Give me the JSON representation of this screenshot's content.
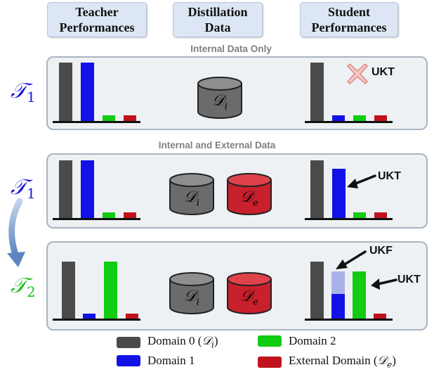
{
  "headers": {
    "teacher": "Teacher\nPerformances",
    "data": "Distillation\nData",
    "student": "Student\nPerformances"
  },
  "sections": {
    "internal_only": "Internal Data Only",
    "internal_external": "Internal and External Data"
  },
  "tasks": {
    "t1_name": "𝒯",
    "t1_sub": "1",
    "t2_name": "𝒯",
    "t2_sub": "2",
    "t1_color": "#1a1adb",
    "t2_color": "#1fc21f"
  },
  "data_labels": {
    "internal": "𝒟",
    "internal_sub": "i",
    "external": "𝒟",
    "external_sub": "e"
  },
  "annotations": {
    "ukt": "UKT",
    "ukf": "UKF"
  },
  "legend": {
    "d0_text": "Domain 0 (",
    "d0_sym": "𝒟",
    "d0_sub": "i",
    "d0_close": ")",
    "d1_text": "Domain 1",
    "d2_text": "Domain 2",
    "ext_text": "External Domain (",
    "ext_sym": "𝒟",
    "ext_sub": "e",
    "ext_close": ")"
  },
  "colors": {
    "domain0": "#4a4a4a",
    "domain1": "#1212e6",
    "domain2": "#11cc11",
    "external": "#c0121e",
    "forgotten": "#aab3e8",
    "panel_bg": "#eef1f3",
    "header_bg": "#dce6f4"
  },
  "chart_data": [
    {
      "type": "bar",
      "panel": "internal_only",
      "teacher": {
        "domain0": 1.0,
        "domain1": 1.0,
        "domain2": 0.1,
        "external": 0.1
      },
      "student": {
        "domain0": 1.0,
        "domain1": 0.1,
        "domain2": 0.1,
        "external": 0.1
      }
    },
    {
      "type": "bar",
      "panel": "internal_external_t1",
      "teacher": {
        "domain0": 1.0,
        "domain1": 1.0,
        "domain2": 0.1,
        "external": 0.1
      },
      "student": {
        "domain0": 1.0,
        "domain1": 0.85,
        "domain2": 0.1,
        "external": 0.1
      }
    },
    {
      "type": "bar",
      "panel": "internal_external_t2",
      "teacher": {
        "domain0": 1.0,
        "domain1": 0.1,
        "domain2": 1.0,
        "external": 0.1
      },
      "student": {
        "domain0": 1.0,
        "domain1": 0.48,
        "domain1_forgotten": 0.42,
        "domain2": 0.83,
        "external": 0.1
      }
    }
  ]
}
